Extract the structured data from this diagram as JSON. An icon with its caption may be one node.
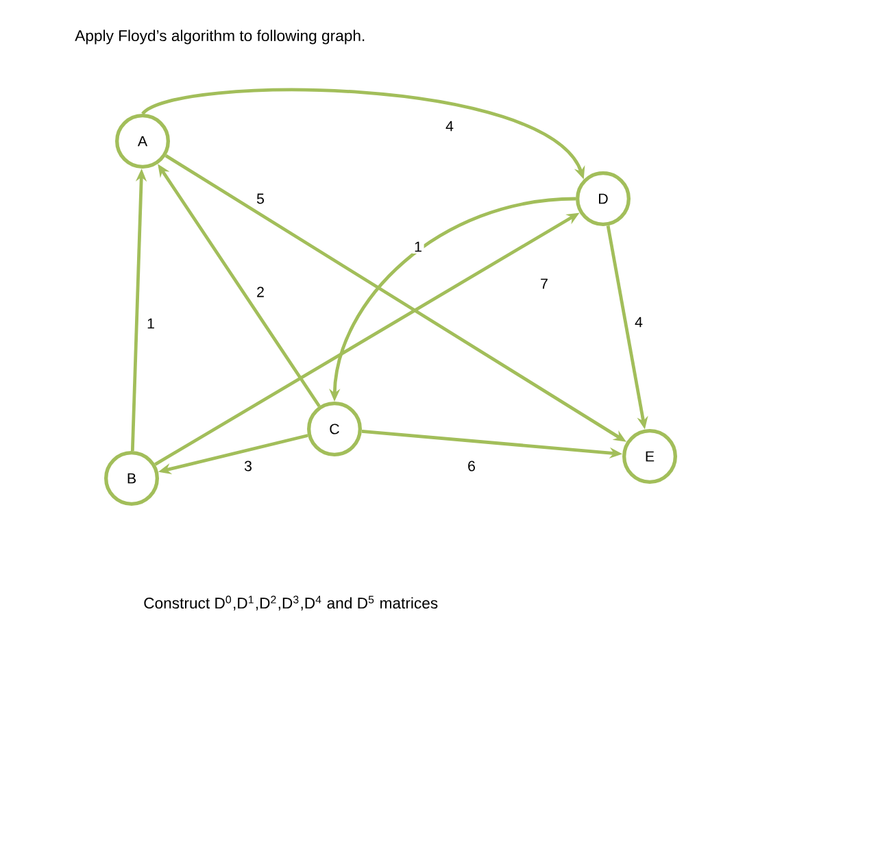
{
  "diagram": {
    "title": "Apply Floyd’s algorithm to following graph.",
    "nodes": [
      {
        "text": [
          "A"
        ]
      },
      {
        "text": [
          "B"
        ]
      },
      {
        "text": [
          "C"
        ]
      },
      {
        "text": [
          "D"
        ]
      },
      {
        "text": [
          "E"
        ]
      }
    ],
    "edges": [
      {
        "from": 0,
        "to": 3,
        "arrow": "to",
        "label": "4"
      },
      {
        "from": 0,
        "to": 4,
        "arrow": "to",
        "label": "5"
      },
      {
        "from": 1,
        "to": 0,
        "arrow": "to",
        "label": "1"
      },
      {
        "from": 2,
        "to": 0,
        "arrow": "to",
        "label": "2"
      },
      {
        "from": 3,
        "to": 2,
        "arrow": "to",
        "label": "1"
      },
      {
        "from": 1,
        "to": 3,
        "arrow": "to",
        "label": "7"
      },
      {
        "from": 3,
        "to": 4,
        "arrow": "to",
        "label": "4"
      },
      {
        "from": 2,
        "to": 1,
        "arrow": "to",
        "label": "3"
      },
      {
        "from": 2,
        "to": 4,
        "arrow": "to",
        "label": "6"
      }
    ],
    "caption": "Construct D$^{0}$,D$^{1}$,D$^{2}$,D$^{3}$,D$^{4}$ and D$^{5}$ matrices"
  }
}
